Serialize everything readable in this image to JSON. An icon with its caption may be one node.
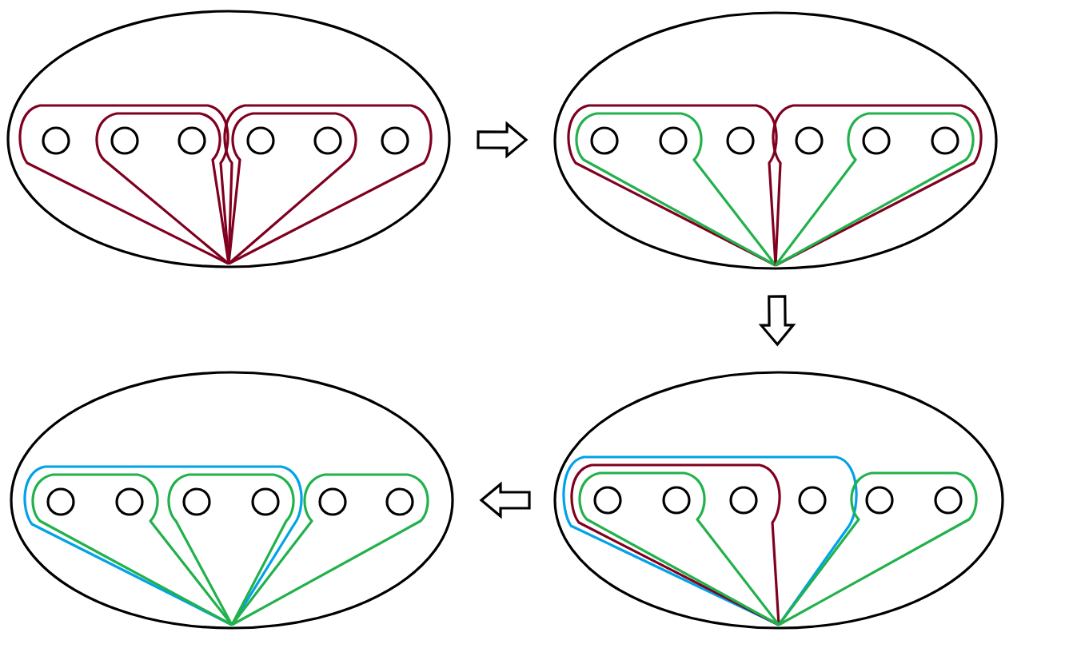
{
  "diagram": {
    "nodes": [
      {
        "text": [],
        "shape": "ellipse"
      },
      {
        "text": [],
        "shape": "circle",
        "in": 0
      },
      {
        "text": [],
        "shape": "circle",
        "in": 0
      },
      {
        "text": [],
        "shape": "circle",
        "in": 0
      },
      {
        "text": [],
        "shape": "circle",
        "in": 0
      },
      {
        "text": [],
        "shape": "circle",
        "in": 0
      },
      {
        "text": [],
        "shape": "circle",
        "in": 0
      },
      {
        "text": [],
        "shape": "ellipse"
      },
      {
        "text": [],
        "shape": "circle",
        "in": 7
      },
      {
        "text": [],
        "shape": "circle",
        "in": 7
      },
      {
        "text": [],
        "shape": "circle",
        "in": 7
      },
      {
        "text": [],
        "shape": "circle",
        "in": 7
      },
      {
        "text": [],
        "shape": "circle",
        "in": 7
      },
      {
        "text": [],
        "shape": "circle",
        "in": 7
      },
      {
        "text": [],
        "shape": "ellipse"
      },
      {
        "text": [],
        "shape": "circle",
        "in": 14
      },
      {
        "text": [],
        "shape": "circle",
        "in": 14
      },
      {
        "text": [],
        "shape": "circle",
        "in": 14
      },
      {
        "text": [],
        "shape": "circle",
        "in": 14
      },
      {
        "text": [],
        "shape": "circle",
        "in": 14
      },
      {
        "text": [],
        "shape": "circle",
        "in": 14
      },
      {
        "text": [],
        "shape": "ellipse"
      },
      {
        "text": [],
        "shape": "circle",
        "in": 21
      },
      {
        "text": [],
        "shape": "circle",
        "in": 21
      },
      {
        "text": [],
        "shape": "circle",
        "in": 21
      },
      {
        "text": [],
        "shape": "circle",
        "in": 21
      },
      {
        "text": [],
        "shape": "circle",
        "in": 21
      },
      {
        "text": [],
        "shape": "circle",
        "in": 21
      }
    ],
    "edges": [
      {
        "from": 0,
        "to": 7,
        "arrow": "to"
      },
      {
        "from": 7,
        "to": 21,
        "arrow": "to"
      },
      {
        "from": 21,
        "to": 14,
        "arrow": "to"
      }
    ]
  }
}
